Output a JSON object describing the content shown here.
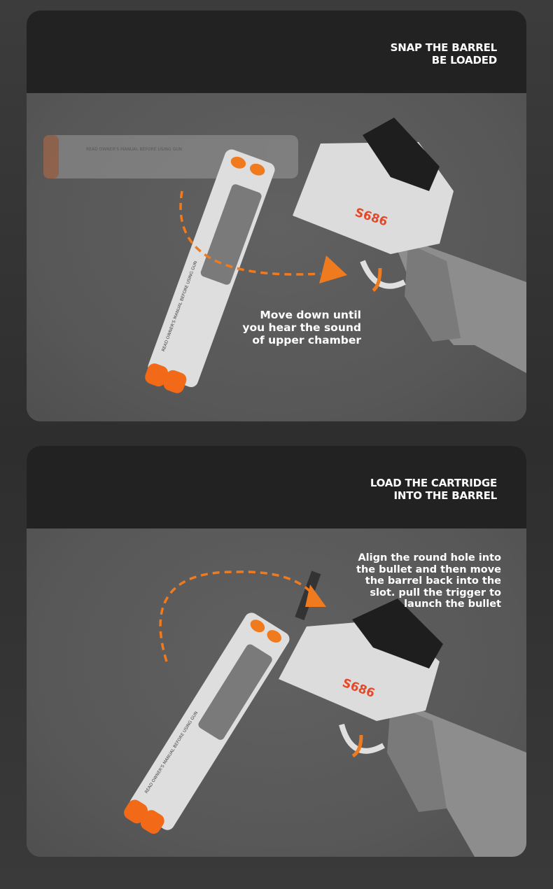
{
  "panels": [
    {
      "title_line1": "SNAP THE BARREL",
      "title_line2": "BE LOADED",
      "note": [
        "Move down until",
        "you hear the sound",
        "of upper chamber"
      ],
      "barrel_text": "READ OWNER'S MANUAL BEFORE USING GUN",
      "model_text": "S686"
    },
    {
      "title_line1": "LOAD THE CARTRIDGE",
      "title_line2": "INTO THE BARREL",
      "note": [
        "Align the round hole into",
        "the bullet and then move",
        "the barrel back into the",
        "slot. pull the trigger to",
        "launch the bullet"
      ],
      "barrel_text": "READ OWNER'S MANUAL BEFORE USING GUN",
      "model_text": "S686"
    }
  ],
  "colors": {
    "accent": "#f07a1e",
    "header": "#222223",
    "panel": "#5b5b5b",
    "gun_body": "#d9d9d9",
    "grip": "#8a8a8a"
  }
}
